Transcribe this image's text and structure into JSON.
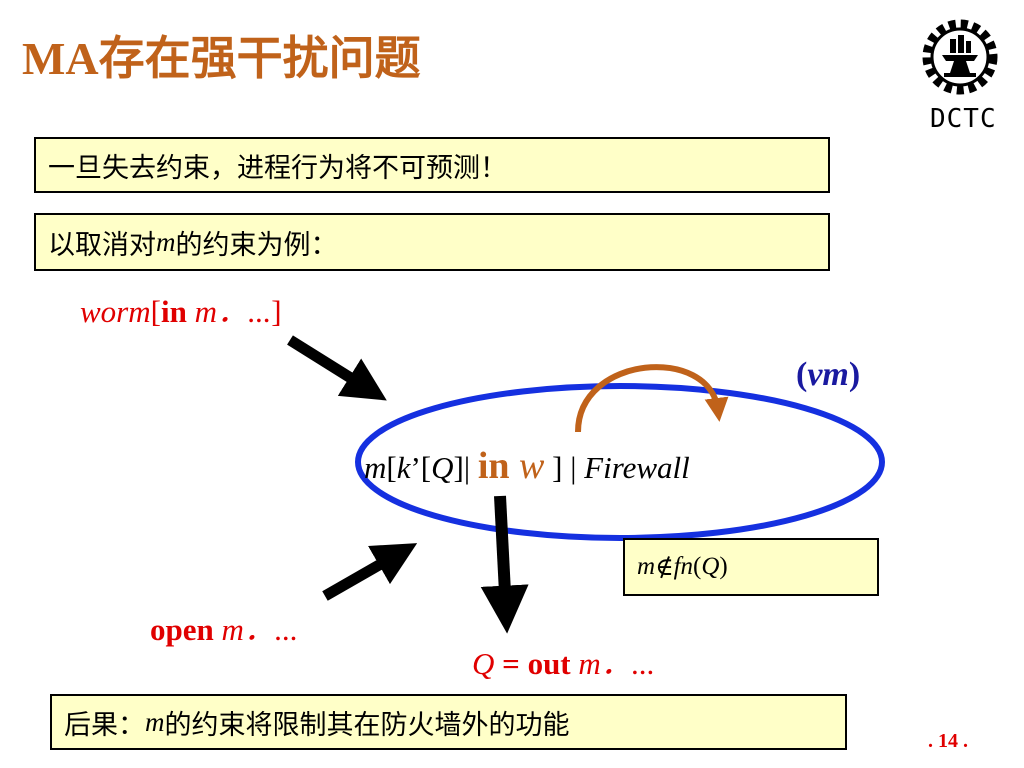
{
  "title": "MA存在强干扰问题",
  "logo": {
    "text": "DCTC"
  },
  "box1": {
    "text": "一旦失去约束，进程行为将不可预测！"
  },
  "box2": {
    "prefix": "以取消对",
    "var": "m",
    "suffix": "的约束为例："
  },
  "worm": {
    "name": "worm",
    "open_bracket": "[",
    "kw": "in",
    "rest": " m．...",
    "close_bracket": "]"
  },
  "restriction": {
    "open": "(",
    "nu": "ν",
    "var": "m",
    "close": ")"
  },
  "process": {
    "m": "m",
    "b1": "[",
    "k": "k",
    "prime": "’[",
    "Q": "Q",
    "b2": "]| ",
    "in_kw": "in",
    "w": " w",
    "tail": " ] | ",
    "firewall": "Firewall"
  },
  "condition": {
    "m": "m",
    "op": " ∉ ",
    "fn": "fn",
    "paren_open": "(",
    "Q": "Q",
    "paren_close": ")"
  },
  "open_expr": {
    "kw": "open",
    "rest": " m．..."
  },
  "out_expr": {
    "Q": "Q",
    "eq": " = ",
    "kw": "out",
    "rest": " m．..."
  },
  "consequence": {
    "prefix": "后果：",
    "var": "m",
    "suffix": "的约束将限制其在防火墙外的功能"
  },
  "page": ". 14 .",
  "colors": {
    "title": "#c0621a",
    "box_bg": "#ffffc8",
    "ellipse": "#1530e0",
    "curve_arrow": "#c0621a",
    "red": "#e00000",
    "nu": "#1a1aa0"
  }
}
